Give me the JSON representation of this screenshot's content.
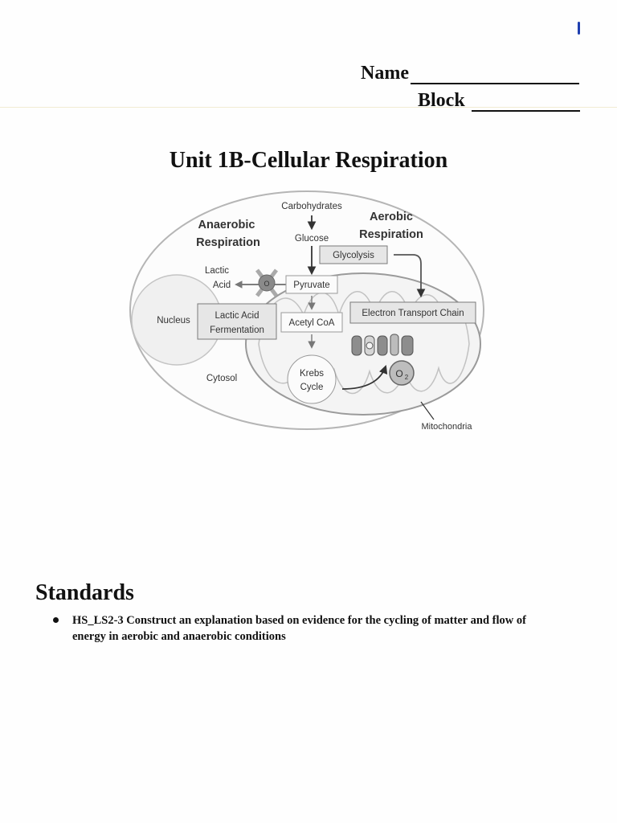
{
  "header": {
    "name_label": "Name",
    "block_label": "Block"
  },
  "title": "Unit 1B-Cellular Respiration",
  "diagram": {
    "carbohydrates": "Carbohydrates",
    "glucose": "Glucose",
    "anaerobic_line1": "Anaerobic",
    "anaerobic_line2": "Respiration",
    "aerobic_line1": "Aerobic",
    "aerobic_line2": "Respiration",
    "glycolysis": "Glycolysis",
    "lactic_line1": "Lactic",
    "lactic_line2": "Acid",
    "o2_small": "O",
    "pyruvate": "Pyruvate",
    "nucleus": "Nucleus",
    "lactic_fermentation_line1": "Lactic Acid",
    "lactic_fermentation_line2": "Fermentation",
    "acetyl_coa": "Acetyl CoA",
    "electron_transport_chain": "Electron Transport Chain",
    "cytosol": "Cytosol",
    "krebs_line1": "Krebs",
    "krebs_line2": "Cycle",
    "o2": "O",
    "o2_subscript": "2",
    "mitochondria": "Mitochondria"
  },
  "standards": {
    "heading": "Standards",
    "items": [
      {
        "line1": "HS_LS2-3 Construct an explanation based on evidence for the cycling of matter and flow of",
        "line2": "energy in aerobic and anaerobic conditions"
      }
    ]
  },
  "colors": {
    "pen_blue": "#1f3fb0",
    "box_fill": "#e6e6e6",
    "box_stroke": "#7a7a7a"
  }
}
